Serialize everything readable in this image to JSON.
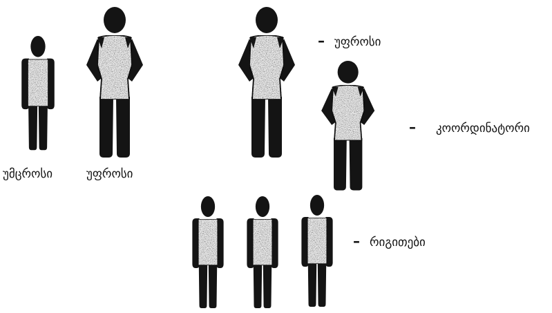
{
  "figures": {
    "left_pair": [
      {
        "id": "junior",
        "role": "junior",
        "label": "უმცროსი"
      },
      {
        "id": "senior-left",
        "role": "senior",
        "label": "უფროსი"
      }
    ],
    "hierarchy": [
      {
        "id": "senior",
        "dash": "–",
        "label": "უფროსი"
      },
      {
        "id": "coordinator",
        "dash": "–",
        "label": "კოორდინატორი"
      },
      {
        "id": "members",
        "dash": "–",
        "label": "რიგითები",
        "count": 3
      }
    ]
  },
  "colors": {
    "silhouette": "#141414",
    "torso_light": "#e9e9e9",
    "background": "#ffffff"
  }
}
